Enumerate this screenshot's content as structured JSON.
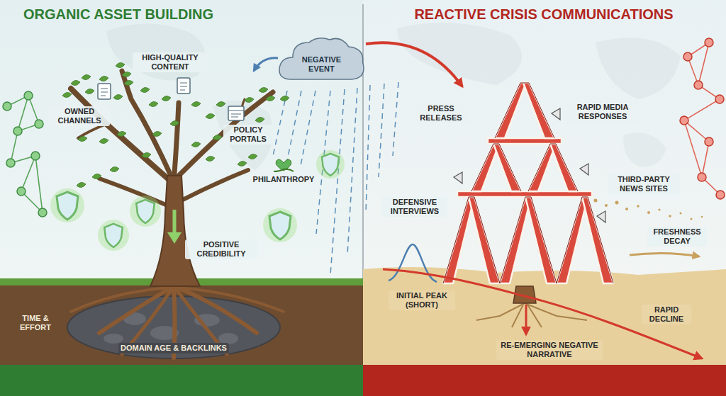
{
  "diagram": {
    "nodes": [
      {
        "text": [
          "NEGATIVE EVENT"
        ]
      }
    ],
    "labels": [
      "ORGANIC ASSET BUILDING",
      "REACTIVE CRISIS COMMUNICATIONS",
      "HIGH-QUALITY CONTENT",
      "POLICY PORTALS",
      "OWNED CHANNELS",
      "PHILANTHROPY",
      "POSITIVE CREDIBILITY",
      "TIME & EFFORT",
      "DOMAIN AGE & BACKLINKS",
      "PRESS RELEASES",
      "RAPID MEDIA RESPONSES",
      "DEFENSIVE INTERVIEWS",
      "THIRD-PARTY NEWS SITES",
      "FRESHNESS DECAY",
      "INITIAL PEAK (SHORT)",
      "RAPID DECLINE",
      "RE-EMERGING NEGATIVE NARRATIVE"
    ]
  }
}
